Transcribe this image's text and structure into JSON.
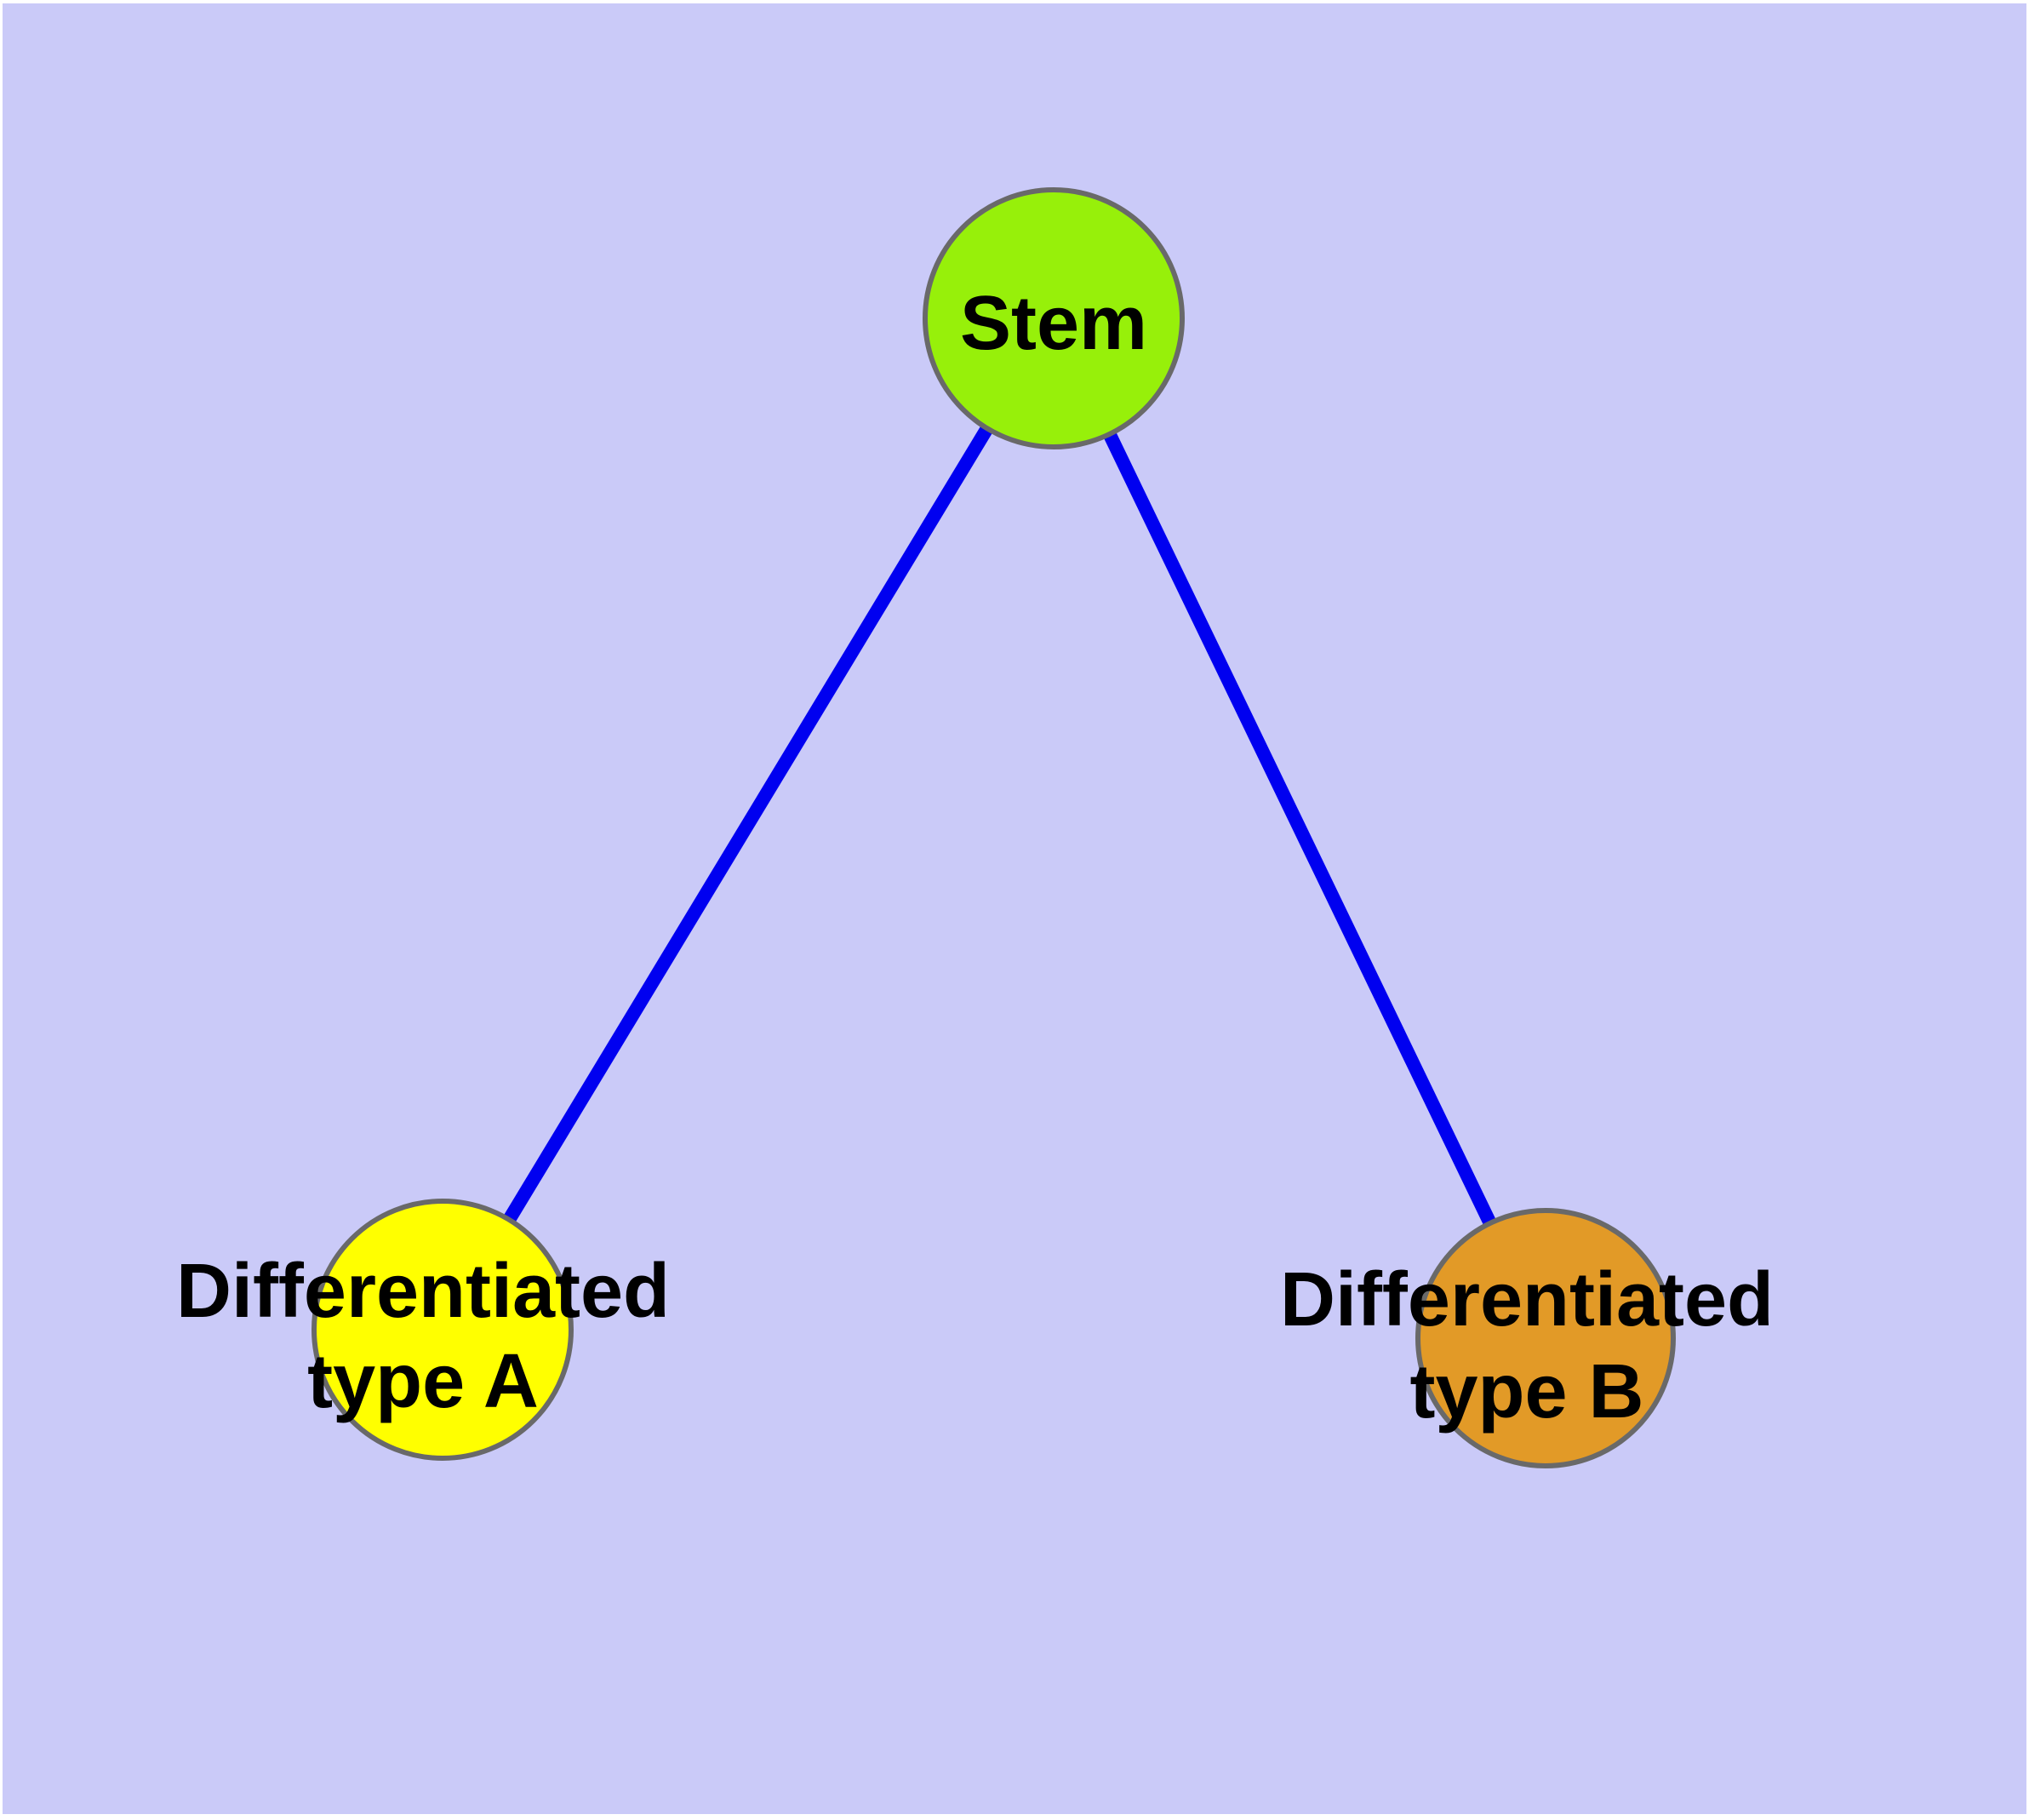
{
  "canvas": {
    "background_color": "#CACAF8",
    "frame_color": "#FFFFFF",
    "label_text_color": "#000000"
  },
  "graph": {
    "type": "node-link-diagram",
    "edge_color": "#0000F0",
    "node_border_color": "#696969",
    "nodes": [
      {
        "id": "stem",
        "label": "Stem",
        "label_lines": [
          "Stem"
        ],
        "fill": "#97F00A",
        "border": "#696969"
      },
      {
        "id": "differentiated-type-a",
        "label": "Differentiated type A",
        "label_lines": [
          "Differentiated",
          "type A"
        ],
        "fill": "#FFFF00",
        "border": "#696969"
      },
      {
        "id": "differentiated-type-b",
        "label": "Differentiated type B",
        "label_lines": [
          "Differentiated",
          "type B"
        ],
        "fill": "#E29A27",
        "border": "#696969"
      }
    ],
    "edges": [
      {
        "from": "Stem",
        "to": "Differentiated type A"
      },
      {
        "from": "Stem",
        "to": "Differentiated type B"
      }
    ]
  }
}
